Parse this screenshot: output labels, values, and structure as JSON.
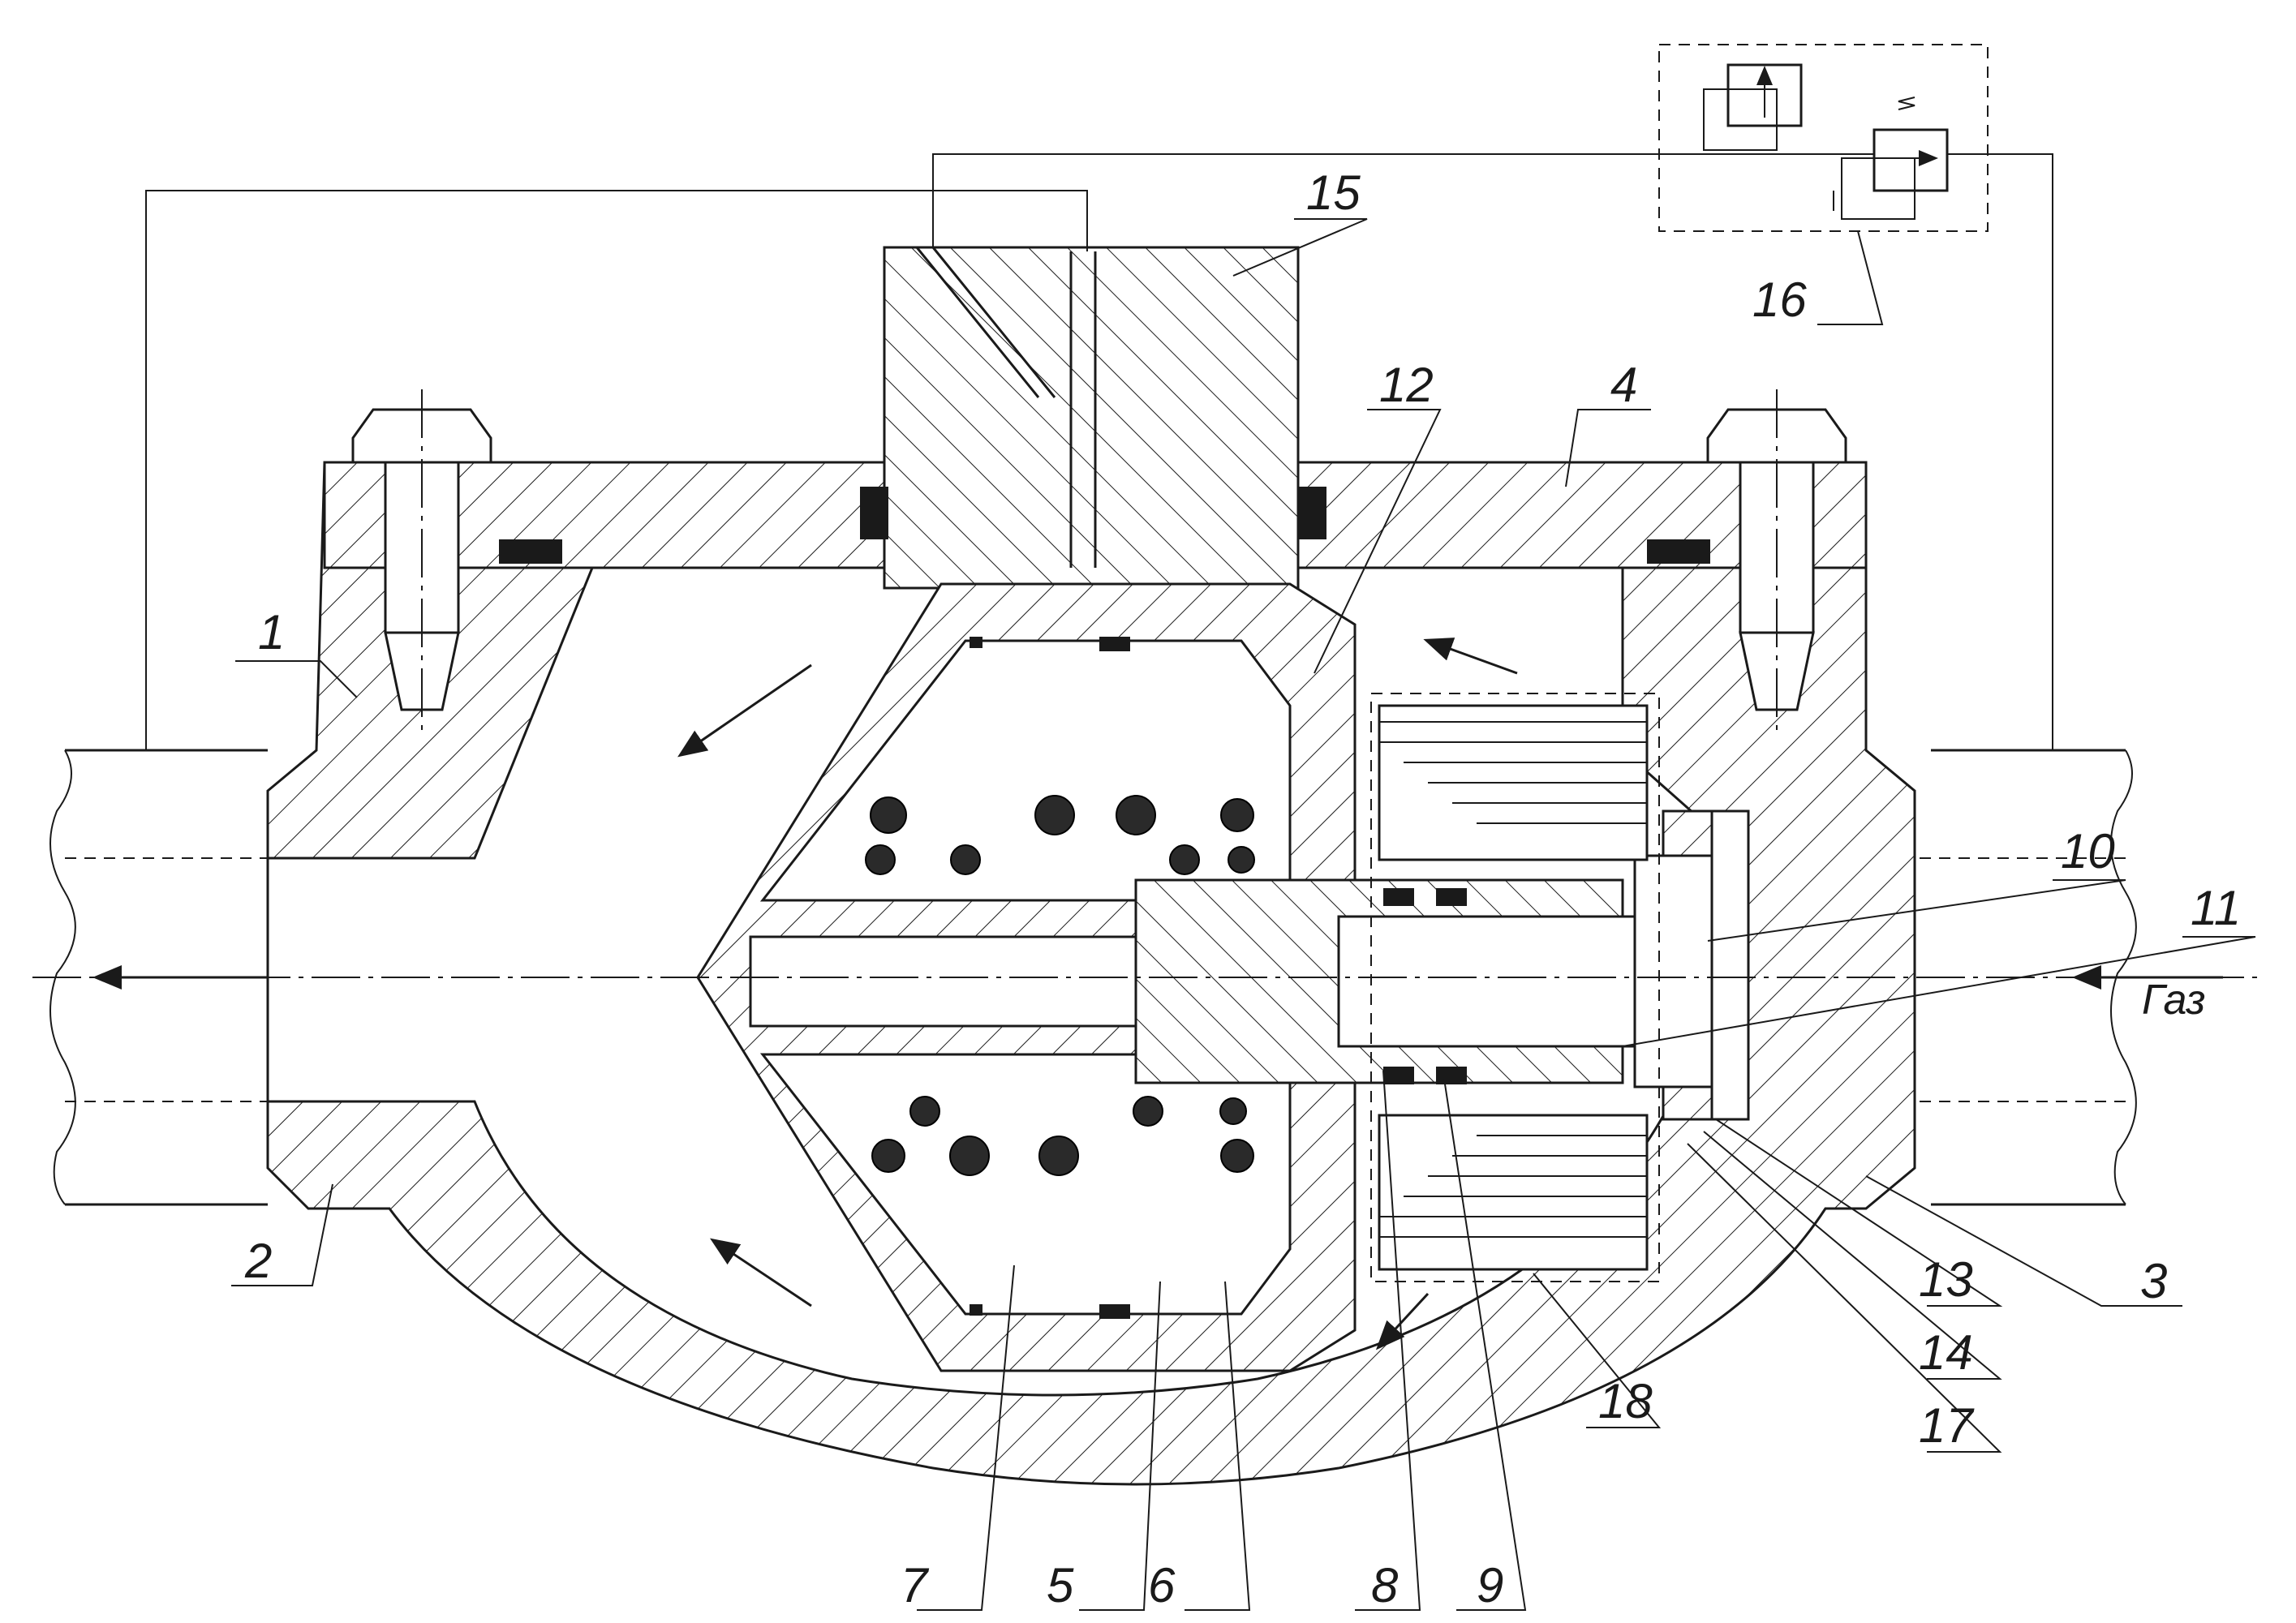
{
  "callouts": {
    "c1": "1",
    "c2": "2",
    "c3": "3",
    "c4": "4",
    "c5": "5",
    "c6": "6",
    "c7": "7",
    "c8": "8",
    "c9": "9",
    "c10": "10",
    "c11": "11",
    "c12": "12",
    "c13": "13",
    "c14": "14",
    "c15": "15",
    "c16": "16",
    "c17": "17",
    "c18": "18"
  },
  "flow": {
    "inlet_label": "Газ"
  },
  "colors": {
    "line": "#1a1a1a",
    "seal": "#1a1a1a",
    "background": "#ffffff"
  }
}
